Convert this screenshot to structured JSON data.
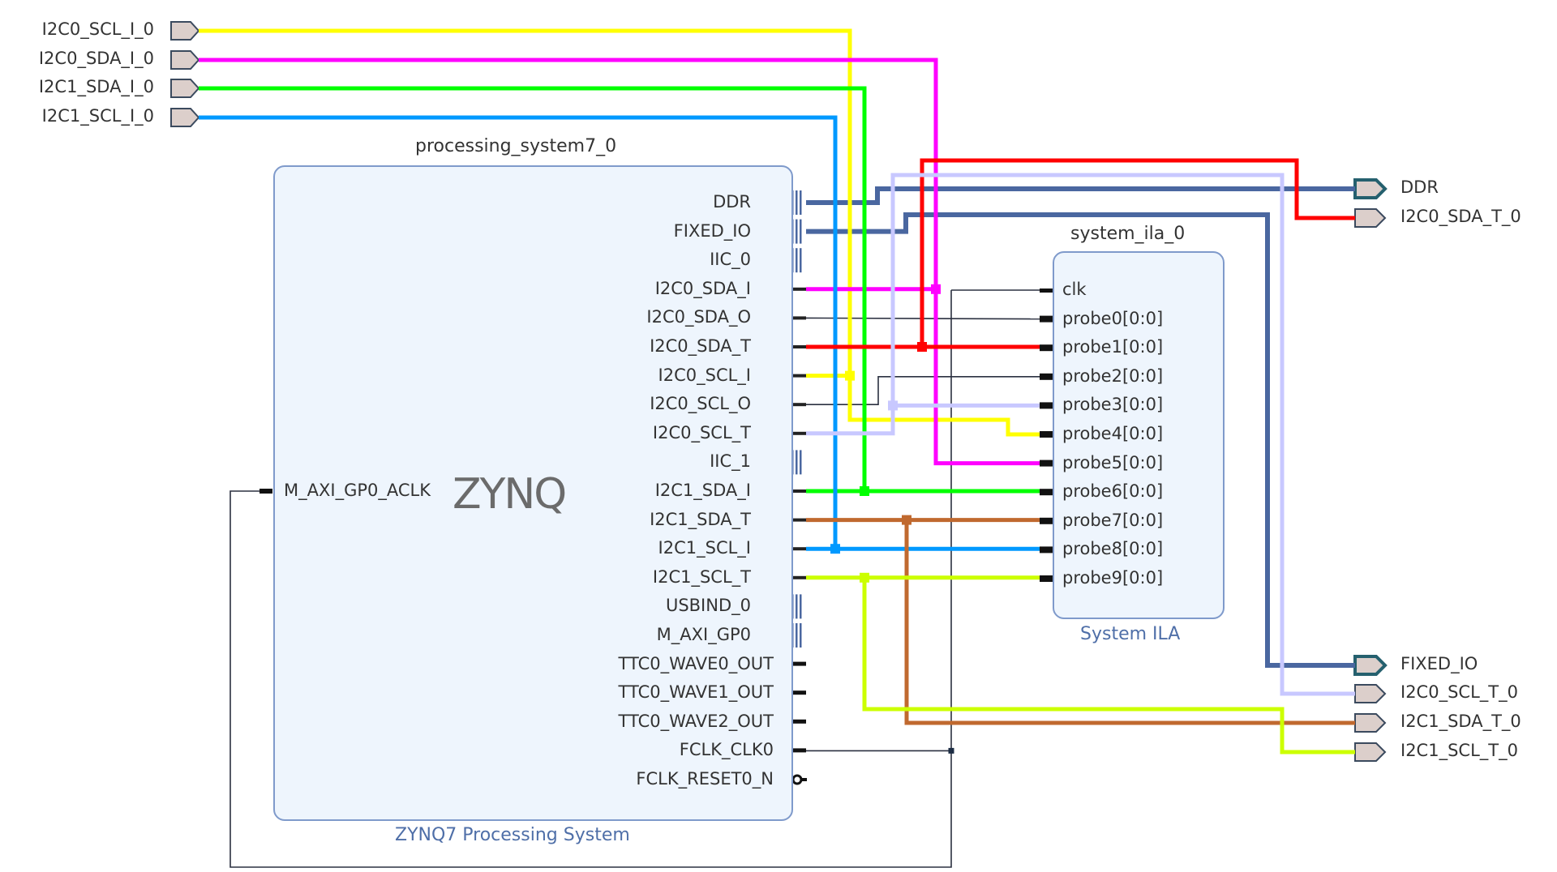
{
  "diagram": {
    "type": "block-design",
    "external_inputs": [
      {
        "name": "I2C0_SCL_I_0",
        "color": "#ffff00"
      },
      {
        "name": "I2C0_SDA_I_0",
        "color": "#ff00ff"
      },
      {
        "name": "I2C1_SDA_I_0",
        "color": "#00ff00"
      },
      {
        "name": "I2C1_SCL_I_0",
        "color": "#0099ff"
      }
    ],
    "external_outputs": [
      {
        "name": "DDR",
        "interface": true,
        "color": "#4a67a0"
      },
      {
        "name": "I2C0_SDA_T_0",
        "interface": false,
        "color": "#ff0000"
      },
      {
        "name": "FIXED_IO",
        "interface": true,
        "color": "#4a67a0"
      },
      {
        "name": "I2C0_SCL_T_0",
        "interface": false,
        "color": "#c8c8ff"
      },
      {
        "name": "I2C1_SDA_T_0",
        "interface": false,
        "color": "#c0692f"
      },
      {
        "name": "I2C1_SCL_T_0",
        "interface": false,
        "color": "#ccff00"
      }
    ],
    "ps_block": {
      "instance": "processing_system7_0",
      "footer": "ZYNQ7 Processing System",
      "logo": "ZYNQ",
      "left_port": "M_AXI_GP0_ACLK",
      "ports": [
        {
          "name": "DDR",
          "kind": "interface",
          "symbol": "+"
        },
        {
          "name": "FIXED_IO",
          "kind": "interface",
          "symbol": "+"
        },
        {
          "name": "IIC_0",
          "kind": "interface",
          "symbol": "−"
        },
        {
          "name": "I2C0_SDA_I",
          "kind": "in",
          "symbol": "◀"
        },
        {
          "name": "I2C0_SDA_O",
          "kind": "out",
          "symbol": "▶"
        },
        {
          "name": "I2C0_SDA_T",
          "kind": "out",
          "symbol": "▶"
        },
        {
          "name": "I2C0_SCL_I",
          "kind": "in",
          "symbol": "◀"
        },
        {
          "name": "I2C0_SCL_O",
          "kind": "out",
          "symbol": "▶"
        },
        {
          "name": "I2C0_SCL_T",
          "kind": "out",
          "symbol": "▶"
        },
        {
          "name": "IIC_1",
          "kind": "interface",
          "symbol": "+"
        },
        {
          "name": "I2C1_SDA_I",
          "kind": "in",
          "symbol": "◀"
        },
        {
          "name": "I2C1_SDA_T",
          "kind": "out",
          "symbol": "▶"
        },
        {
          "name": "I2C1_SCL_I",
          "kind": "in",
          "symbol": "◀"
        },
        {
          "name": "I2C1_SCL_T",
          "kind": "out",
          "symbol": "▶"
        },
        {
          "name": "USBIND_0",
          "kind": "interface",
          "symbol": "+"
        },
        {
          "name": "M_AXI_GP0",
          "kind": "axi",
          "symbol": "+"
        },
        {
          "name": "TTC0_WAVE0_OUT",
          "kind": "pin",
          "symbol": ""
        },
        {
          "name": "TTC0_WAVE1_OUT",
          "kind": "pin",
          "symbol": ""
        },
        {
          "name": "TTC0_WAVE2_OUT",
          "kind": "pin",
          "symbol": ""
        },
        {
          "name": "FCLK_CLK0",
          "kind": "pin",
          "symbol": ""
        },
        {
          "name": "FCLK_RESET0_N",
          "kind": "reset",
          "symbol": ""
        }
      ]
    },
    "ila_block": {
      "instance": "system_ila_0",
      "footer": "System ILA",
      "ports": [
        "clk",
        "probe0[0:0]",
        "probe1[0:0]",
        "probe2[0:0]",
        "probe3[0:0]",
        "probe4[0:0]",
        "probe5[0:0]",
        "probe6[0:0]",
        "probe7[0:0]",
        "probe8[0:0]",
        "probe9[0:0]"
      ]
    },
    "colors": {
      "interface_net": "#4a67a0",
      "thin_net": "#2b3040",
      "port_fill": "#dccfcb",
      "block_fill": "#eef5fd",
      "block_border": "#7f9acb",
      "footer_text": "#4f6fa8"
    }
  }
}
